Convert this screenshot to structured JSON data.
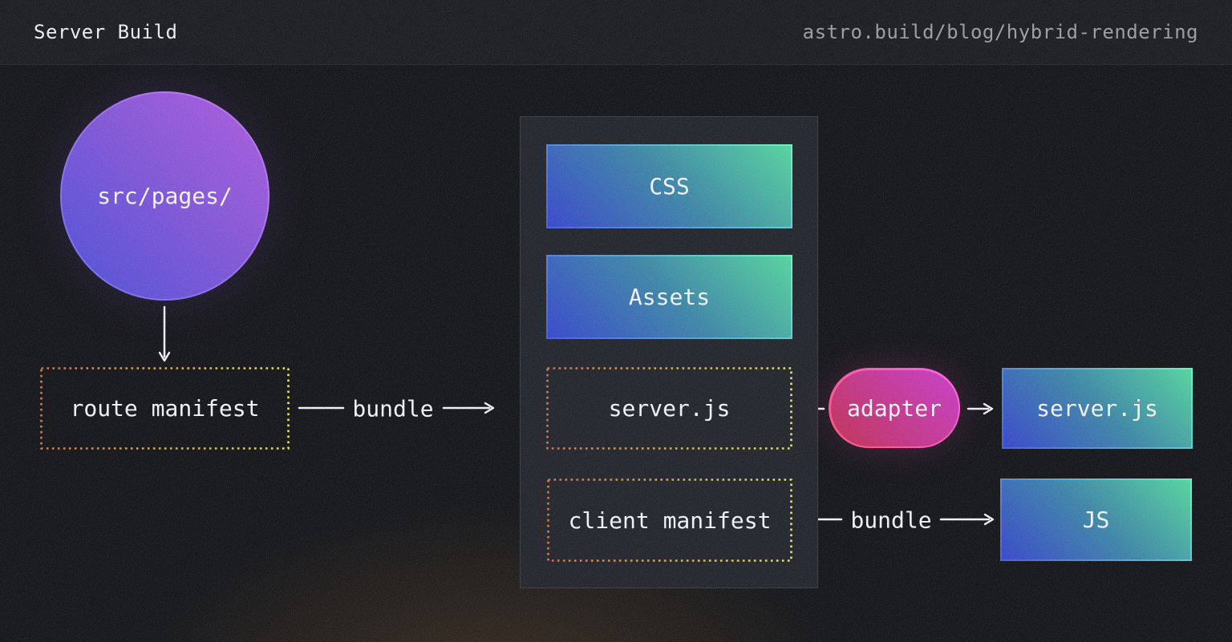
{
  "header": {
    "title": "Server Build",
    "url": "astro.build/blog/hybrid-rendering"
  },
  "nodes": {
    "src_pages": "src/pages/",
    "route_manifest": "route manifest",
    "css": "CSS",
    "assets": "Assets",
    "server_js_bundle": "server.js",
    "client_manifest": "client manifest",
    "adapter": "adapter",
    "server_js_output": "server.js",
    "js_output": "JS"
  },
  "edges": {
    "bundle_server": "bundle",
    "bundle_client": "bundle"
  },
  "colors": {
    "background": "#141519",
    "titlebar": "#1b1c21",
    "panel": "#23252c",
    "text": "#eef0f4",
    "url_text": "#9a9ba3",
    "circle_blue": "#474bd3",
    "circle_purple": "#a656d9",
    "box_blue": "#3443c6",
    "box_green": "#50cf97",
    "box_border_mint": "#66f2c6",
    "pill_red": "#bb2e4e",
    "pill_magenta": "#c23ac4",
    "pill_border_pink": "#ff5277",
    "dotted_orange": "#cb7753",
    "dotted_yellow": "#e9e464",
    "connector": "#edeff3"
  }
}
